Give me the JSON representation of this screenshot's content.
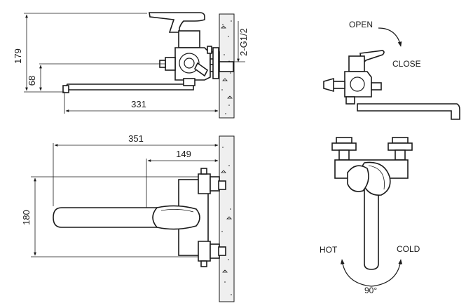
{
  "dimensions": {
    "height_total": "179",
    "height_spout": "68",
    "spout_length": "331",
    "overall_width": "351",
    "center_offset": "149",
    "center_distance": "180",
    "thread": "2-G1/2"
  },
  "labels": {
    "open": "OPEN",
    "close": "CLOSE",
    "hot": "HOT",
    "cold": "COLD",
    "rotation": "90°"
  },
  "colors": {
    "line": "#1a1a1a",
    "wall": "#efefef",
    "background": "#ffffff"
  }
}
